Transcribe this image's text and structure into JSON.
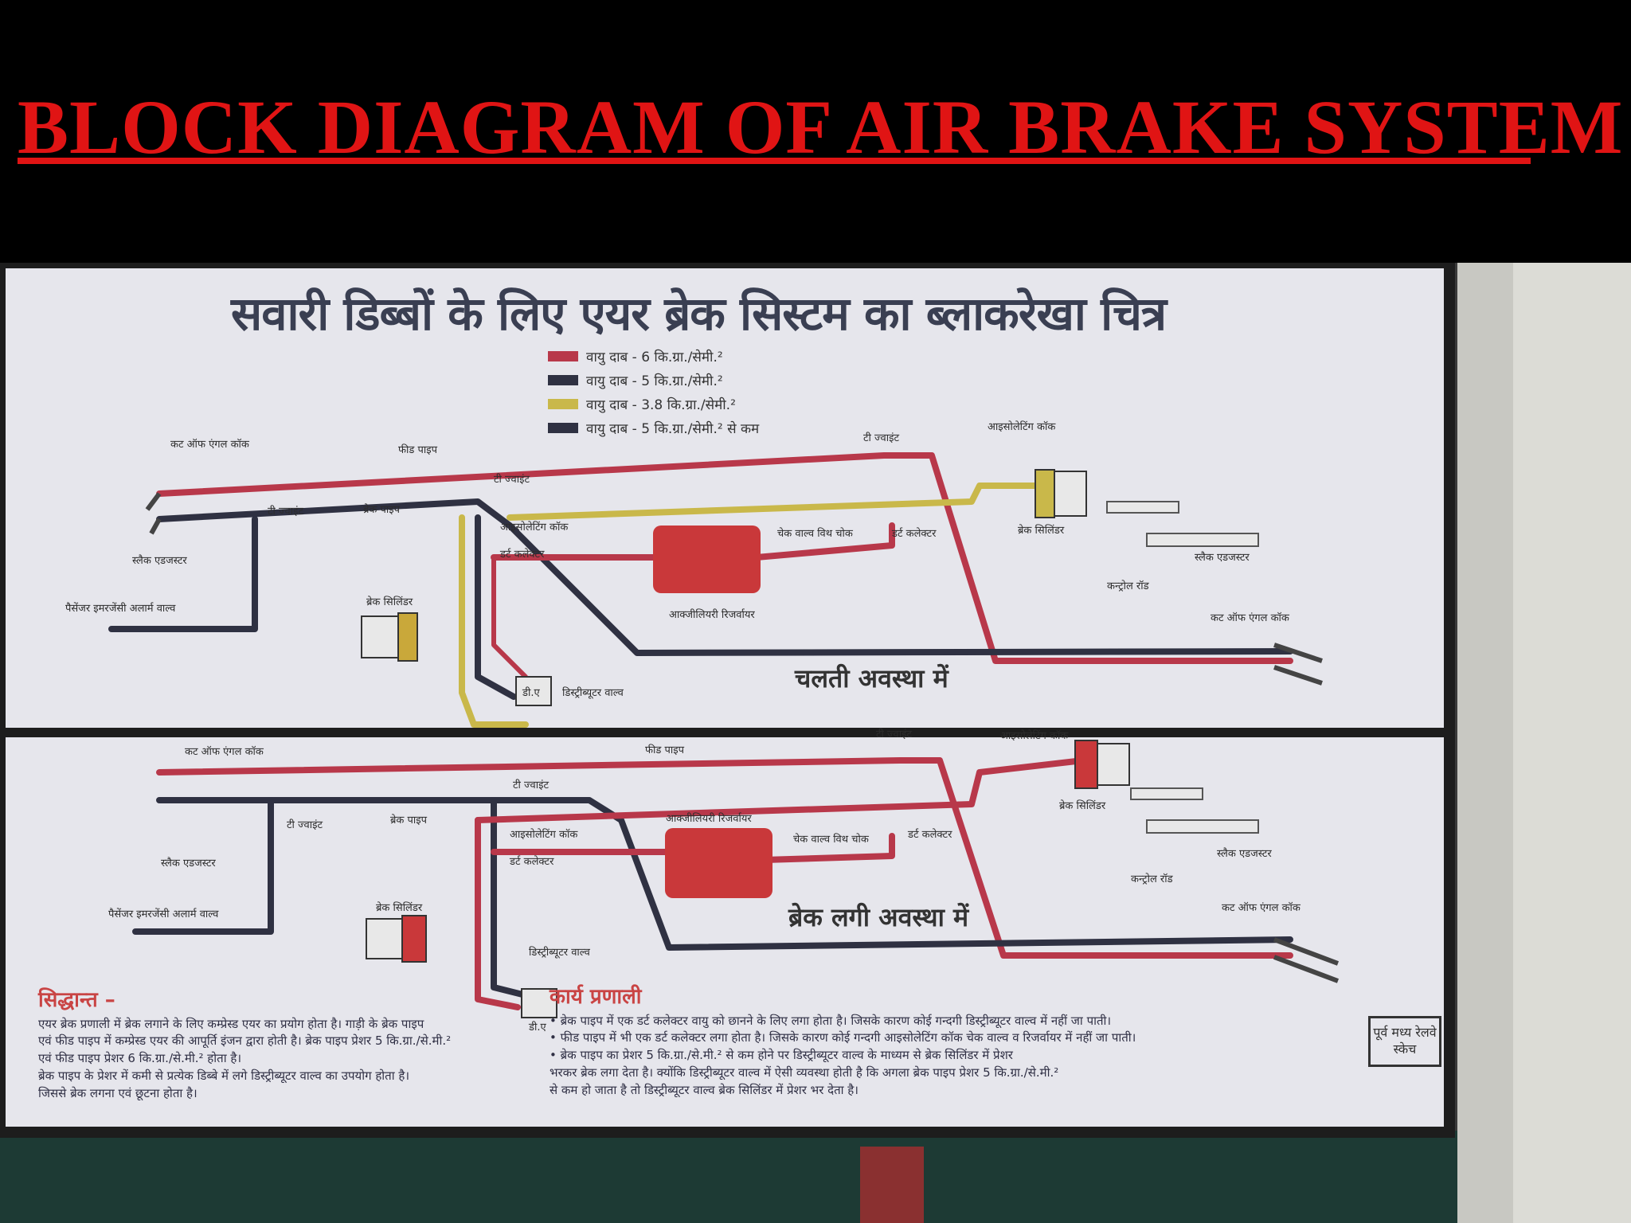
{
  "slide": {
    "title": "BLOCK  DIAGRAM OF AIR BRAKE SYSTEM"
  },
  "board": {
    "title": "सवारी डिब्बों के लिए एयर ब्रेक सिस्टम का ब्लाकरेखा चित्र",
    "legend": [
      {
        "label": "वायु दाब - 6 कि.ग्रा./सेमी.²",
        "color": "#b8384a"
      },
      {
        "label": "वायु दाब - 5 कि.ग्रा./सेमी.²",
        "color": "#2f3142"
      },
      {
        "label": "वायु दाब - 3.8 कि.ग्रा./सेमी.²",
        "color": "#c9b84a"
      },
      {
        "label": "वायु दाब - 5 कि.ग्रा./सेमी.² से कम",
        "color": "#2f3142"
      }
    ],
    "top_panel": {
      "state": "चलती अवस्था में",
      "labels": {
        "angle_cock_left": "कट ऑफ एंगल कॉक",
        "feed_pipe": "फीड पाइप",
        "brake_pipe": "ब्रेक पाइप",
        "tee_joint_a": "टी ज्वाइंट",
        "tee_joint_b": "टी ज्वाइंट",
        "tee_joint_c": "टी ज्वाइंट",
        "isolating_cock_a": "आइसोलेटिंग कॉक",
        "isolating_cock_b": "आइसोलेटिंग कॉक",
        "dirt_collector_a": "डर्ट कलेक्टर",
        "dirt_collector_b": "डर्ट कलेक्टर",
        "check_valve": "चेक वाल्व विथ चोक",
        "aux_reservoir": "आक्जीलियरी रिजर्वायर",
        "brake_cylinder_left": "ब्रेक सिलिंडर",
        "brake_cylinder_right": "ब्रेक सिलिंडर",
        "distributor_valve": "डिस्ट्रीब्यूटर वाल्व",
        "da": "डी.ए",
        "slack_adjuster_left": "स्लैक एडजस्टर",
        "slack_adjuster_right": "स्लैक एडजस्टर",
        "emergency_valve": "पैसेंजर इमरजेंसी अलार्म वाल्व",
        "angle_cock_right": "कट ऑफ एंगल कॉक",
        "lever": "कन्ट्रोल रॉड"
      }
    },
    "bottom_panel": {
      "state": "ब्रेक लगी अवस्था में",
      "labels": {
        "angle_cock_left": "कट ऑफ एंगल कॉक",
        "feed_pipe": "फीड पाइप",
        "brake_pipe": "ब्रेक पाइप",
        "tee_joint_a": "टी ज्वाइंट",
        "tee_joint_b": "टी ज्वाइंट",
        "tee_joint_c": "टी ज्वाइंट",
        "isolating_cock_a": "आइसोलेटिंग कॉक",
        "isolating_cock_b": "आइसोलेटिंग कॉक",
        "dirt_collector_a": "डर्ट कलेक्टर",
        "dirt_collector_b": "डर्ट कलेक्टर",
        "check_valve": "चेक वाल्व विथ चोक",
        "aux_reservoir": "आक्जीलियरी रिजर्वायर",
        "brake_cylinder_left": "ब्रेक सिलिंडर",
        "brake_cylinder_right": "ब्रेक सिलिंडर",
        "distributor_valve": "डिस्ट्रीब्यूटर वाल्व",
        "da": "डी.ए",
        "slack_adjuster_left": "स्लैक एडजस्टर",
        "slack_adjuster_right": "स्लैक एडजस्टर",
        "emergency_valve": "पैसेंजर इमरजेंसी अलार्म वाल्व",
        "angle_cock_right": "कट ऑफ एंगल कॉक",
        "lever": "कन्ट्रोल रॉड"
      }
    },
    "principle": {
      "heading": "सिद्धान्त –",
      "lines": [
        "एयर ब्रेक प्रणाली में ब्रेक लगाने के लिए कम्प्रेस्ड एयर का प्रयोग होता है। गाड़ी के ब्रेक पाइप",
        "एवं फीड पाइप में कम्प्रेस्ड एयर की आपूर्ति इंजन द्वारा होती है। ब्रेक पाइप प्रेशर 5 कि.ग्रा./से.मी.²",
        "एवं फीड पाइप प्रेशर 6 कि.ग्रा./से.मी.² होता है।",
        "ब्रेक पाइप के प्रेशर में कमी से प्रत्येक डिब्बे में लगे डिस्ट्रीब्यूटर वाल्व का उपयोग होता है।",
        "जिससे ब्रेक लगना एवं छूटना होता है।"
      ]
    },
    "operation": {
      "heading": "कार्य प्रणाली",
      "lines": [
        "• ब्रेक पाइप में एक डर्ट कलेक्टर वायु को छानने के लिए लगा होता है। जिसके कारण कोई गन्दगी डिस्ट्रीब्यूटर वाल्व में नहीं जा पाती।",
        "• फीड पाइप में भी एक डर्ट कलेक्टर लगा होता है। जिसके कारण कोई गन्दगी आइसोलेटिंग कॉक चेक वाल्व व रिजर्वायर में नहीं जा पाती।",
        "• ब्रेक पाइप का प्रेशर 5 कि.ग्रा./से.मी.² से कम होने पर डिस्ट्रीब्यूटर वाल्व के माध्यम से ब्रेक सिलिंडर में प्रेशर",
        "भरकर ब्रेक लगा देता है। क्योंकि डिस्ट्रीब्यूटर वाल्व में ऐसी व्यवस्था होती है कि अगला ब्रेक पाइप प्रेशर 5 कि.ग्रा./से.मी.²",
        "से कम हो जाता है तो डिस्ट्रीब्यूटर वाल्व ब्रेक सिलिंडर में प्रेशर भर देता है।"
      ]
    },
    "stamp": "पूर्व मध्य रेलवे स्केच"
  }
}
